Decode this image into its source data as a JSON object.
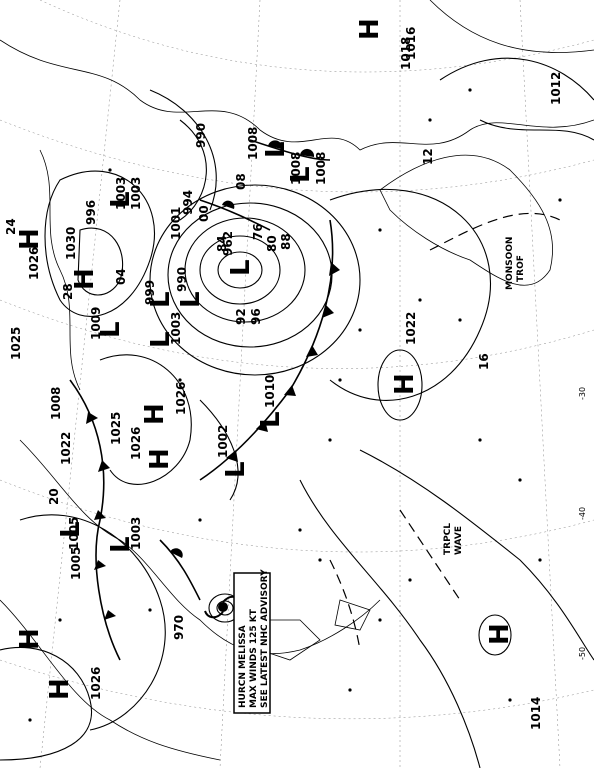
{
  "map": {
    "highs": [
      {
        "id": "h1",
        "letter": "H",
        "pressure": "1018"
      },
      {
        "id": "h2",
        "letter": "H",
        "pressure": "1022"
      },
      {
        "id": "h3",
        "letter": "H",
        "pressure": "1026"
      },
      {
        "id": "h4",
        "letter": "H",
        "pressure": "1026"
      },
      {
        "id": "h5",
        "letter": "H",
        "pressure": "1030"
      },
      {
        "id": "h6",
        "letter": "H",
        "pressure": "1026"
      },
      {
        "id": "h7",
        "letter": "H",
        "pressure": "1014"
      },
      {
        "id": "h8",
        "letter": "H",
        "pressure": "1026"
      },
      {
        "id": "h9",
        "letter": "H",
        "pressure": "1025"
      }
    ],
    "lows": [
      {
        "id": "l1",
        "letter": "L",
        "pressure": "962"
      },
      {
        "id": "l2",
        "letter": "L",
        "pressure": "990"
      },
      {
        "id": "l3",
        "letter": "L",
        "pressure": "1008"
      },
      {
        "id": "l4",
        "letter": "L",
        "pressure": "1010"
      },
      {
        "id": "l5",
        "letter": "L",
        "pressure": "1002"
      },
      {
        "id": "l6",
        "letter": "L",
        "pressure": "1003"
      },
      {
        "id": "l7",
        "letter": "L",
        "pressure": "1008"
      },
      {
        "id": "l8",
        "letter": "L",
        "pressure": "999"
      },
      {
        "id": "l9",
        "letter": "L",
        "pressure": "1003"
      },
      {
        "id": "l10",
        "letter": "L",
        "pressure": "1009"
      },
      {
        "id": "l11",
        "letter": "L",
        "pressure": "1003"
      },
      {
        "id": "l12",
        "letter": "L",
        "pressure": "1005"
      }
    ],
    "isobar_labels": [
      "1016",
      "1008",
      "990",
      "994",
      "1001",
      "1003",
      "996",
      "1008",
      "1025",
      "1022",
      "1005",
      "970",
      "1012",
      "12",
      "16",
      "20",
      "24",
      "28",
      "04",
      "08",
      "76",
      "80",
      "84",
      "88",
      "92",
      "96",
      "00"
    ],
    "features": {
      "hurricane_line1": "HURCN MELISSA",
      "hurricane_line2": "MAX WINDS 125 KT",
      "hurricane_line3": "SEE LATEST NHC ADVISORY",
      "tropical_wave_1": "TRPCL",
      "tropical_wave_2": "WAVE",
      "monsoon_1": "MONSOON",
      "monsoon_2": "TROF"
    },
    "latitudes": [
      "-50",
      "-40",
      "-30"
    ]
  }
}
